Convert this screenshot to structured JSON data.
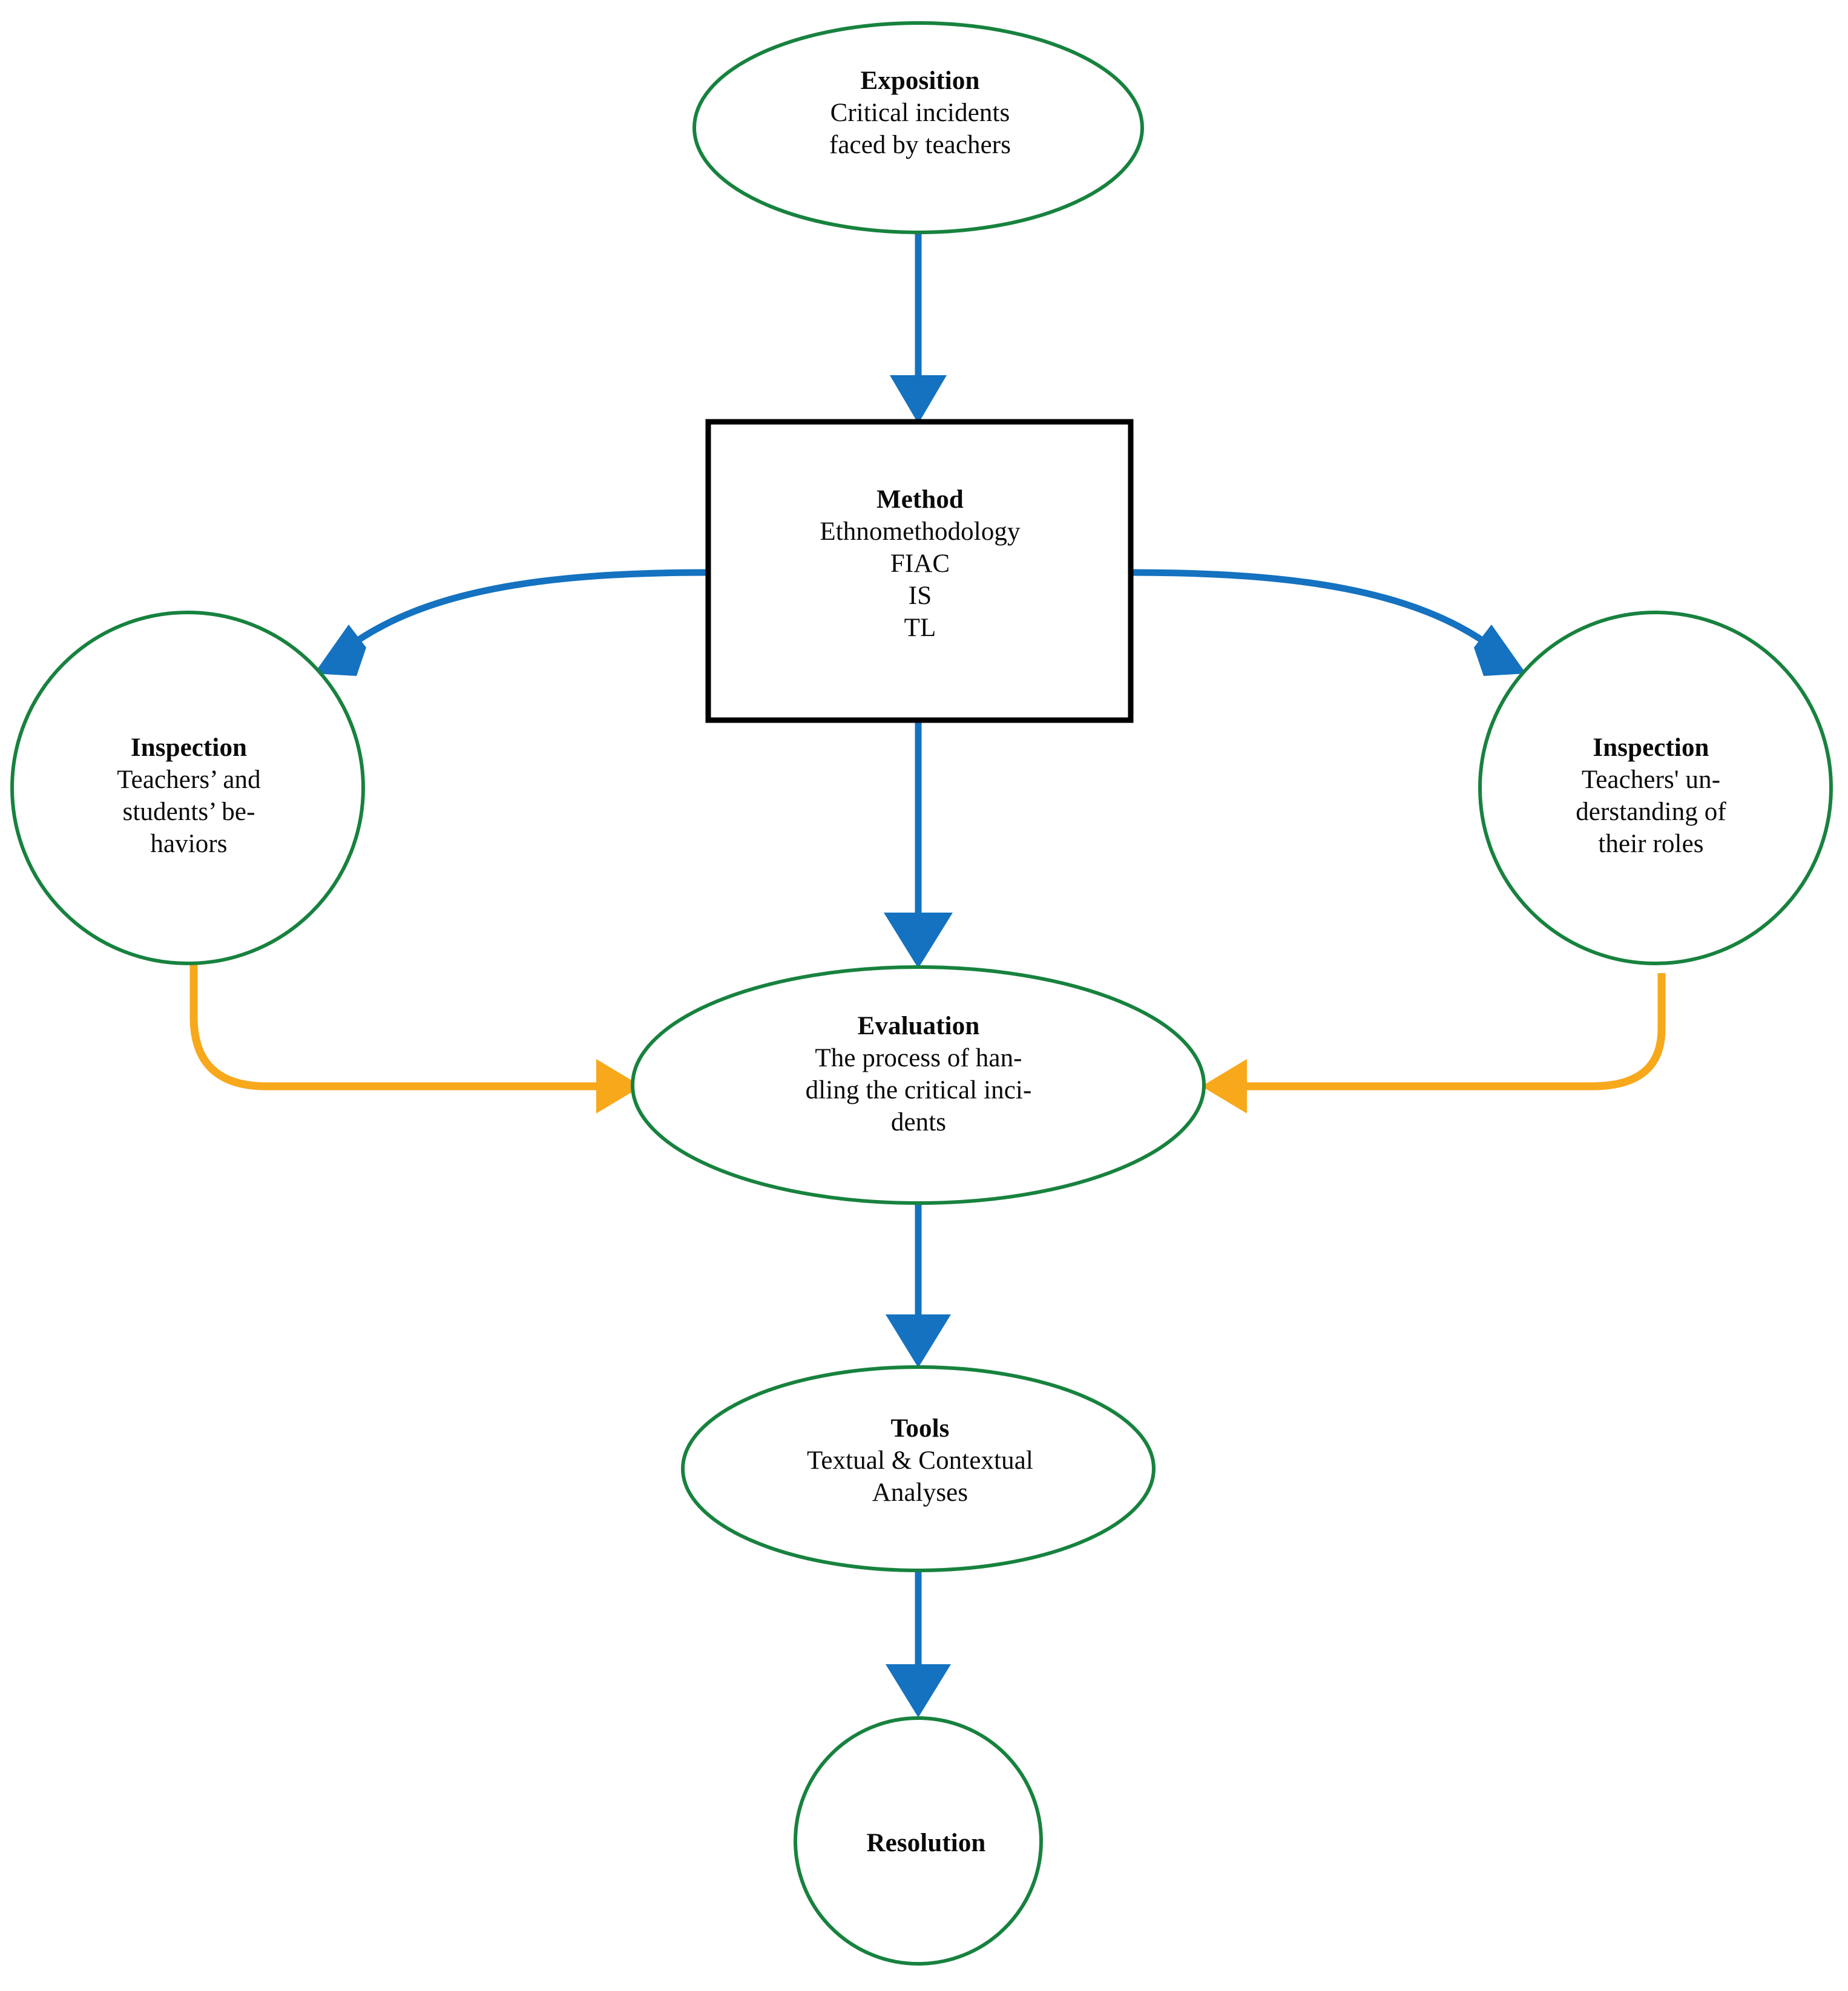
{
  "diagram": {
    "title": "Research process flowchart",
    "colors": {
      "node_stroke_green": "#17823E",
      "node_stroke_black": "#000000",
      "edge_blue": "#1472C0",
      "edge_orange": "#F7A81B",
      "background": "#FFFFFF",
      "text": "#0A0A0A"
    },
    "nodes": [
      {
        "id": "exposition",
        "shape": "ellipse",
        "title": "Exposition",
        "body": "Critical incidents\nfaced by teachers",
        "body_lines": [
          "Critical incidents",
          "faced by teachers"
        ]
      },
      {
        "id": "method",
        "shape": "rectangle",
        "title": "Method",
        "body": "Ethnomethodology\nFIAC\nIS\nTL",
        "body_lines": [
          "Ethnomethodology",
          "FIAC",
          "IS",
          "TL"
        ]
      },
      {
        "id": "inspection-left",
        "shape": "circle",
        "title": "Inspection",
        "body": "Teachers’ and\nstudents’ be-\nhaviors",
        "body_lines": [
          "Teachers’ and",
          "students’ be-",
          "haviors"
        ]
      },
      {
        "id": "inspection-right",
        "shape": "circle",
        "title": "Inspection",
        "body": "Teachers' un-\nderstanding of\ntheir roles",
        "body_lines": [
          "Teachers' un-",
          "derstanding of",
          "their roles"
        ]
      },
      {
        "id": "evaluation",
        "shape": "ellipse",
        "title": "Evaluation",
        "body": "The process of han-\ndling the critical inci-\ndents",
        "body_lines": [
          "The process of han-",
          "dling the critical inci-",
          "dents"
        ]
      },
      {
        "id": "tools",
        "shape": "ellipse",
        "title": "Tools",
        "body": "Textual & Contextual\nAnalyses",
        "body_lines": [
          "Textual & Contextual",
          "Analyses"
        ]
      },
      {
        "id": "resolution",
        "shape": "circle",
        "title": "Resolution",
        "body": "",
        "body_lines": []
      }
    ],
    "edges": [
      {
        "id": "exposition-to-method",
        "from": "exposition",
        "to": "method",
        "color": "#1472C0",
        "style": "straight-down"
      },
      {
        "id": "method-to-inspection-left",
        "from": "method",
        "to": "inspection-left",
        "color": "#1472C0",
        "style": "curved-left"
      },
      {
        "id": "method-to-inspection-right",
        "from": "method",
        "to": "inspection-right",
        "color": "#1472C0",
        "style": "curved-right"
      },
      {
        "id": "method-to-evaluation",
        "from": "method",
        "to": "evaluation",
        "color": "#1472C0",
        "style": "straight-down"
      },
      {
        "id": "inspection-left-to-evaluation",
        "from": "inspection-left",
        "to": "evaluation",
        "color": "#F7A81B",
        "style": "elbow-right"
      },
      {
        "id": "inspection-right-to-evaluation",
        "from": "inspection-right",
        "to": "evaluation",
        "color": "#F7A81B",
        "style": "elbow-left"
      },
      {
        "id": "evaluation-to-tools",
        "from": "evaluation",
        "to": "tools",
        "color": "#1472C0",
        "style": "straight-down"
      },
      {
        "id": "tools-to-resolution",
        "from": "tools",
        "to": "resolution",
        "color": "#1472C0",
        "style": "straight-down"
      }
    ]
  }
}
